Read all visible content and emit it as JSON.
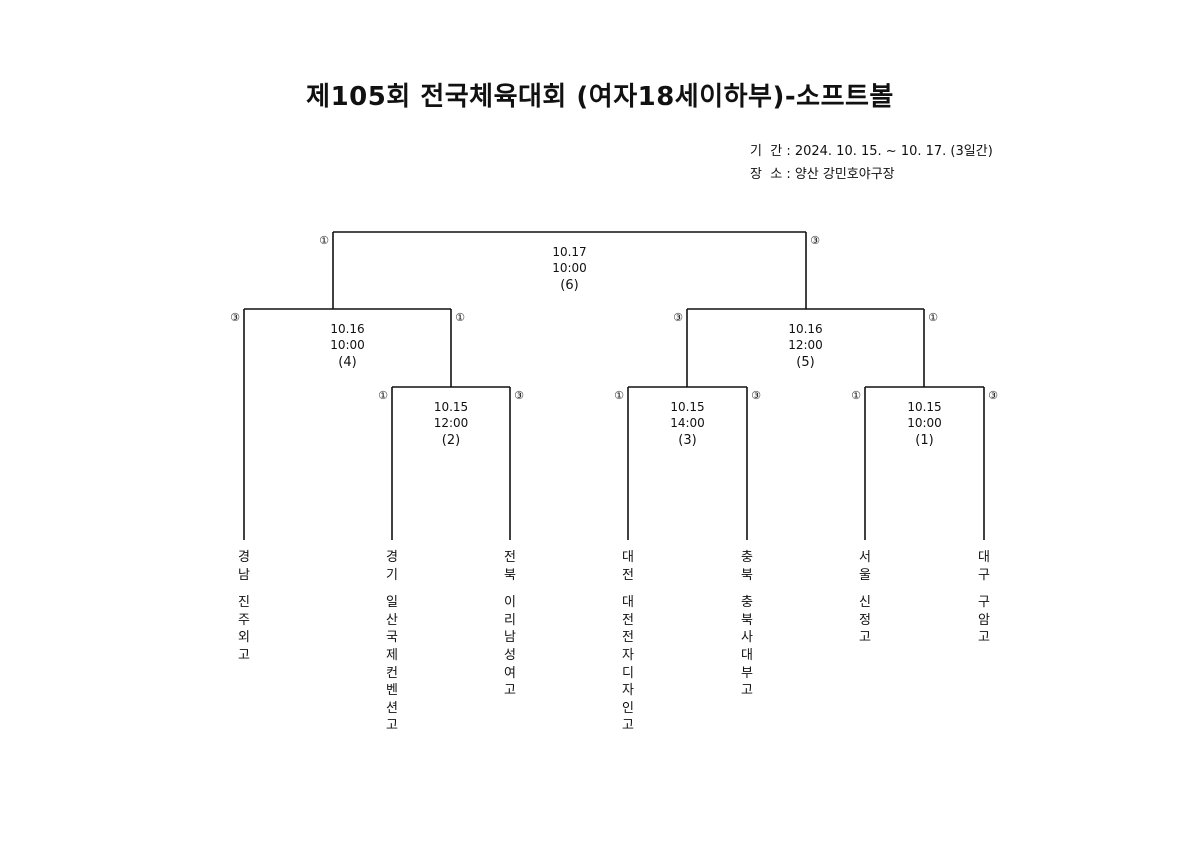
{
  "title": "제105회 전국체육대회 (여자18세이하부)-소프트볼",
  "info": {
    "period": "기  간 : 2024. 10. 15. ~ 10. 17. (3일간)",
    "place": "장  소 : 양산 강민호야구장"
  },
  "teams": [
    {
      "region": "경남",
      "school": "진주외고"
    },
    {
      "region": "경기",
      "school": "일산국제컨벤션고"
    },
    {
      "region": "전북",
      "school": "이리남성여고"
    },
    {
      "region": "대전",
      "school": "대전전자디자인고"
    },
    {
      "region": "충북",
      "school": "충북사대부고"
    },
    {
      "region": "서울",
      "school": "신정고"
    },
    {
      "region": "대구",
      "school": "구암고"
    }
  ],
  "matches": [
    {
      "id": "m2",
      "date": "10.15",
      "time": "12:00",
      "no": "(2)",
      "left_score": "①",
      "right_score": "③"
    },
    {
      "id": "m3",
      "date": "10.15",
      "time": "14:00",
      "no": "(3)",
      "left_score": "①",
      "right_score": "③"
    },
    {
      "id": "m1",
      "date": "10.15",
      "time": "10:00",
      "no": "(1)",
      "left_score": "①",
      "right_score": "③"
    },
    {
      "id": "m4",
      "date": "10.16",
      "time": "10:00",
      "no": "(4)",
      "left_score": "③",
      "right_score": "①"
    },
    {
      "id": "m5",
      "date": "10.16",
      "time": "12:00",
      "no": "(5)",
      "left_score": "③",
      "right_score": "①"
    },
    {
      "id": "m6",
      "date": "10.17",
      "time": "10:00",
      "no": "(6)",
      "left_score": "①",
      "right_score": "③"
    }
  ]
}
